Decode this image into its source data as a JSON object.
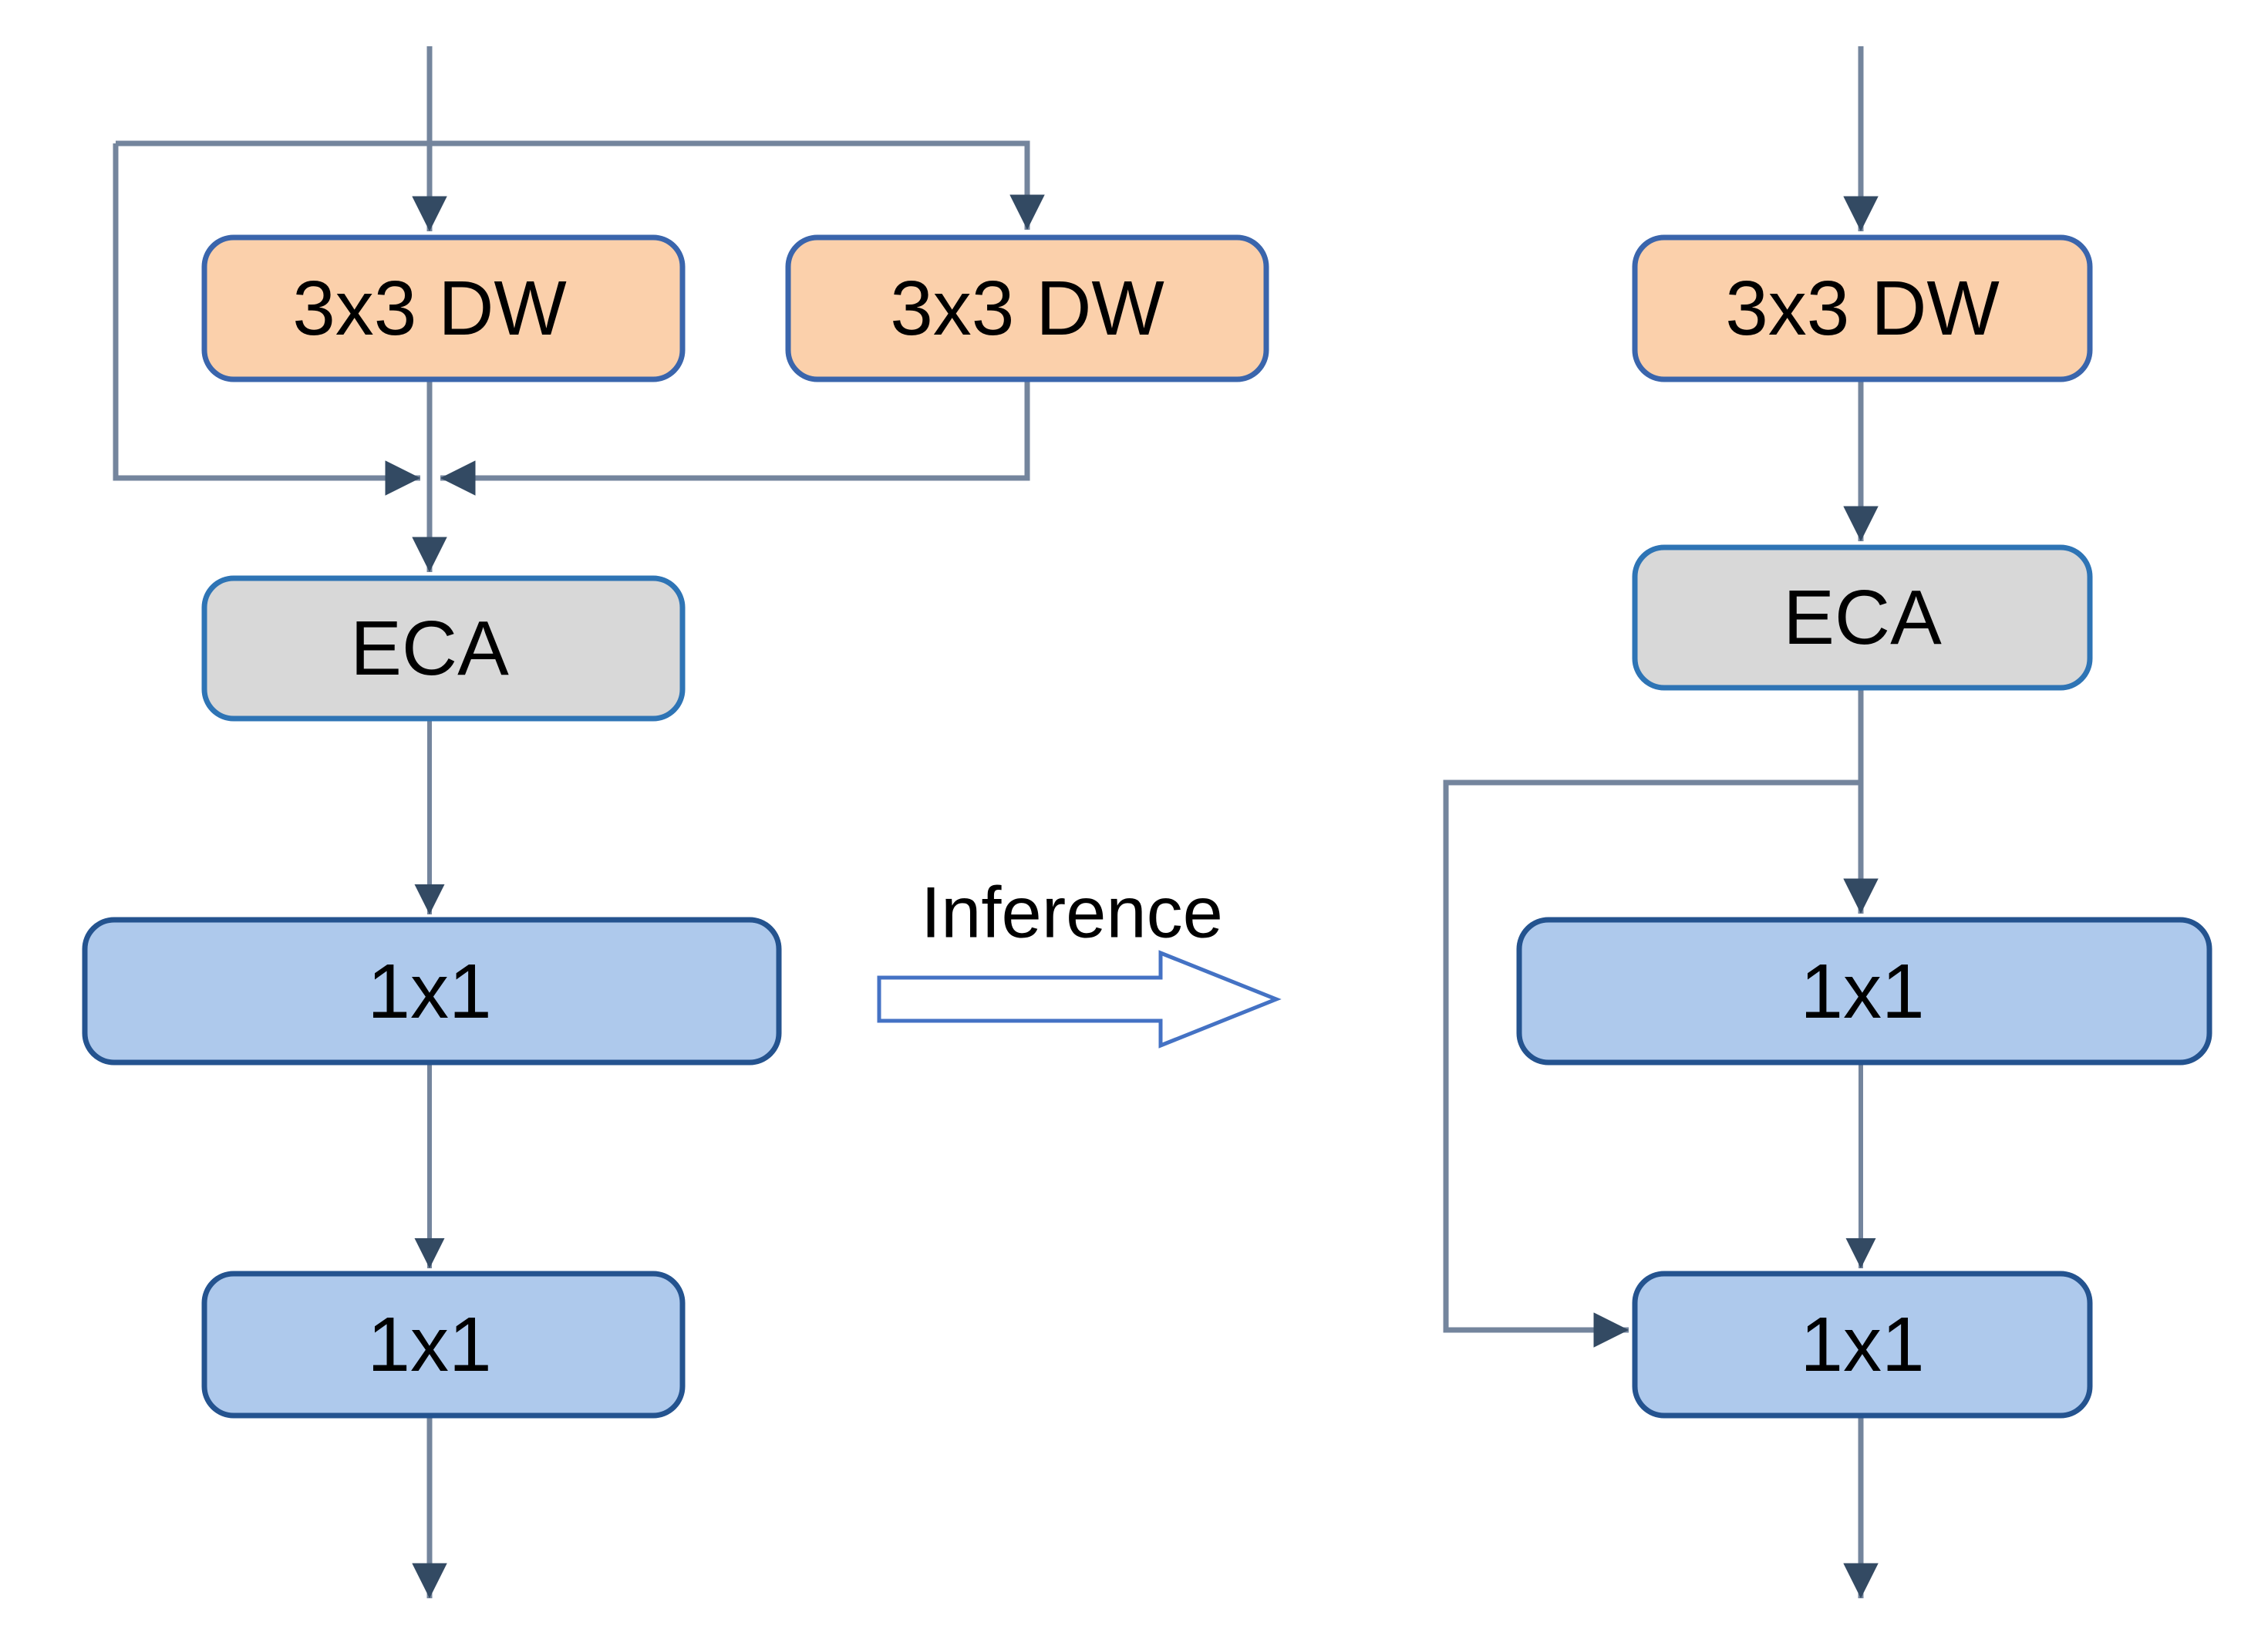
{
  "figure": {
    "transition_label": "Inference"
  },
  "colors": {
    "background": "#ffffff",
    "dw_fill": "#FBD0AB",
    "dw_border": "#3A65AC",
    "eca_fill": "#D8D8D8",
    "eca_border": "#2E74B5",
    "pw_fill": "#AEC9EC",
    "pw_border": "#24538F",
    "connector": "#74859D",
    "arrowhead": "#334A63",
    "label_text": "#000000",
    "inference_arrow_outline": "#4472C4",
    "inference_arrow_fill": "#FFFFFF"
  },
  "left_block": {
    "dw_branch1_label": "3x3 DW",
    "dw_branch2_label": "3x3 DW",
    "attention_label": "ECA",
    "pointwise_wide_label": "1x1",
    "pointwise_small_label": "1x1"
  },
  "right_block": {
    "dw_label": "3x3 DW",
    "attention_label": "ECA",
    "pointwise_wide_label": "1x1",
    "pointwise_small_label": "1x1"
  }
}
